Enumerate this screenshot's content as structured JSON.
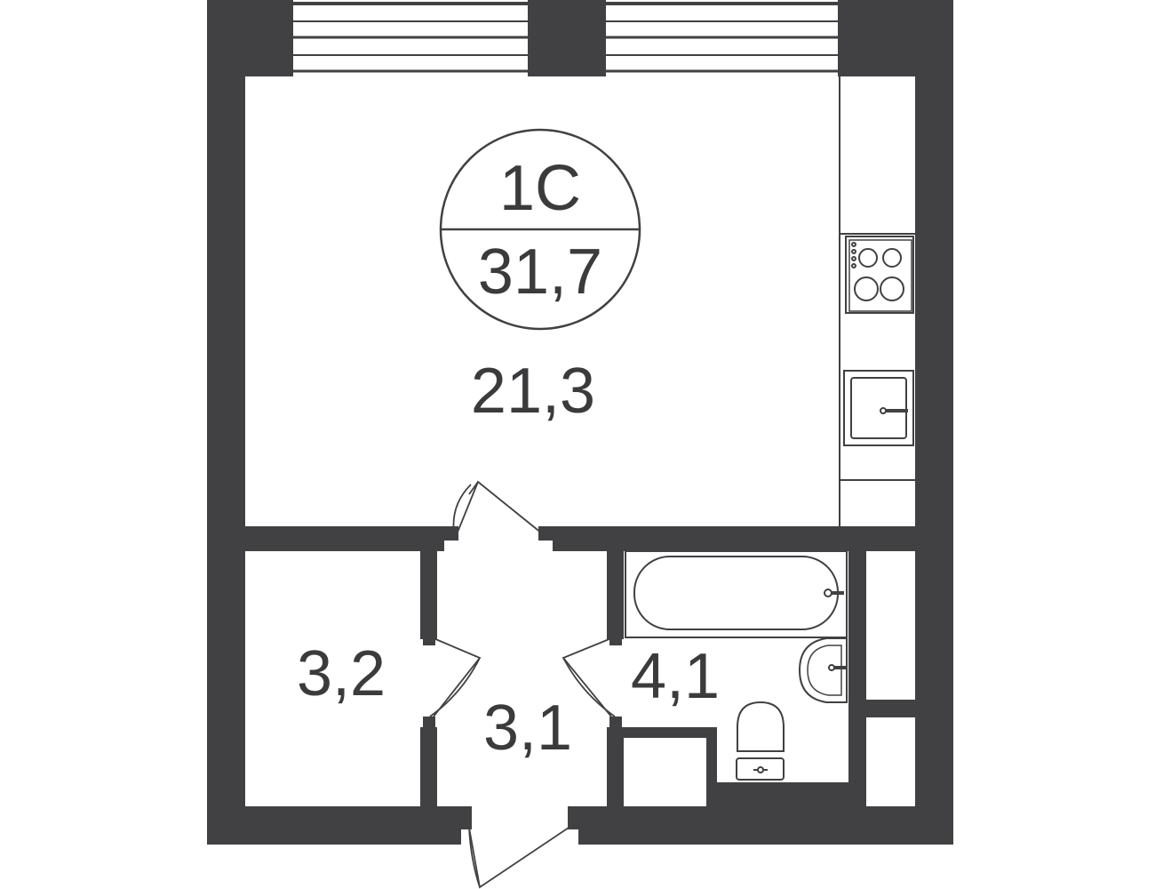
{
  "colors": {
    "wall": "#414042",
    "line": "#3b3a3c",
    "background": "#ffffff"
  },
  "badge": {
    "type_code": "1С",
    "total_area": "31,7"
  },
  "rooms": {
    "living": {
      "area": "21,3"
    },
    "storage": {
      "area": "3,2"
    },
    "hall": {
      "area": "3,1"
    },
    "bathroom": {
      "area": "4,1"
    }
  },
  "icons": [
    "window-icon",
    "stove-icon",
    "sink-icon",
    "bathtub-icon",
    "washbasin-icon",
    "toilet-icon",
    "door-icon"
  ]
}
